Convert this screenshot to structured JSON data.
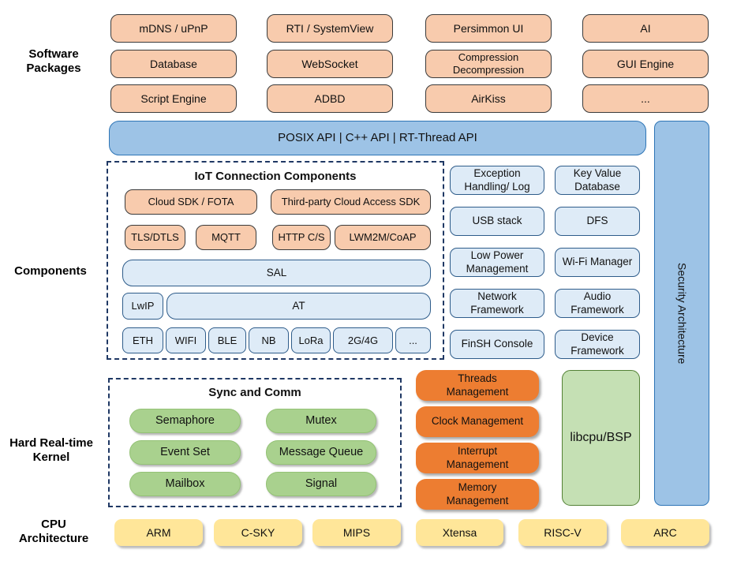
{
  "section_labels": {
    "software_packages": "Software\nPackages",
    "components": "Components",
    "kernel": "Hard Real-time\nKernel",
    "cpu": "CPU\nArchitecture"
  },
  "software_packages": {
    "grid": [
      [
        "mDNS / uPnP",
        "RTI / SystemView",
        "Persimmon UI",
        "AI"
      ],
      [
        "Database",
        "WebSocket",
        "Compression\nDecompression",
        "GUI Engine"
      ],
      [
        "Script Engine",
        "ADBD",
        "AirKiss",
        "..."
      ]
    ]
  },
  "api_bar": {
    "label": "POSIX API | C++ API | RT-Thread API"
  },
  "security_bar": {
    "label": "Security Architecture"
  },
  "iot_box": {
    "title": "IoT Connection Components",
    "sdk_row": [
      "Cloud SDK / FOTA",
      "Third-party Cloud Access SDK"
    ],
    "protocol_row": [
      "TLS/DTLS",
      "MQTT",
      "HTTP C/S",
      "LWM2M/CoAP"
    ],
    "sal": "SAL",
    "lwip": "LwIP",
    "at": "AT",
    "link_row": [
      "ETH",
      "WIFI",
      "BLE",
      "NB",
      "LoRa",
      "2G/4G",
      "..."
    ]
  },
  "component_grid": [
    [
      "Exception\nHandling/ Log",
      "Key Value\nDatabase"
    ],
    [
      "USB stack",
      "DFS"
    ],
    [
      "Low Power\nManagement",
      "Wi-Fi Manager"
    ],
    [
      "Network\nFramework",
      "Audio\nFramework"
    ],
    [
      "FinSH Console",
      "Device\nFramework"
    ]
  ],
  "sync_comm": {
    "title": "Sync and Comm",
    "grid": [
      [
        "Semaphore",
        "Mutex"
      ],
      [
        "Event Set",
        "Message Queue"
      ],
      [
        "Mailbox",
        "Signal"
      ]
    ]
  },
  "kernel_mgmt": [
    "Threads\nManagement",
    "Clock Management",
    "Interrupt\nManagement",
    "Memory\nManagement"
  ],
  "libcpu": {
    "label": "libcpu/BSP"
  },
  "cpu_arch": [
    "ARM",
    "C-SKY",
    "MIPS",
    "Xtensa",
    "RISC-V",
    "ARC"
  ],
  "colors": {
    "package_fill": "#F8CBAD",
    "package_border": "#3a3a3a",
    "api_fill": "#9DC3E6",
    "api_border": "#2E75B6",
    "component_fill": "#DEEBF7",
    "component_border": "#2E5C8A",
    "green_pill_fill": "#A9D18E",
    "kernel_orange_fill": "#ED7D31",
    "libcpu_fill": "#C5E0B4",
    "libcpu_border": "#538135",
    "cpu_fill": "#FFE699",
    "dashed_border": "#1F3864"
  }
}
